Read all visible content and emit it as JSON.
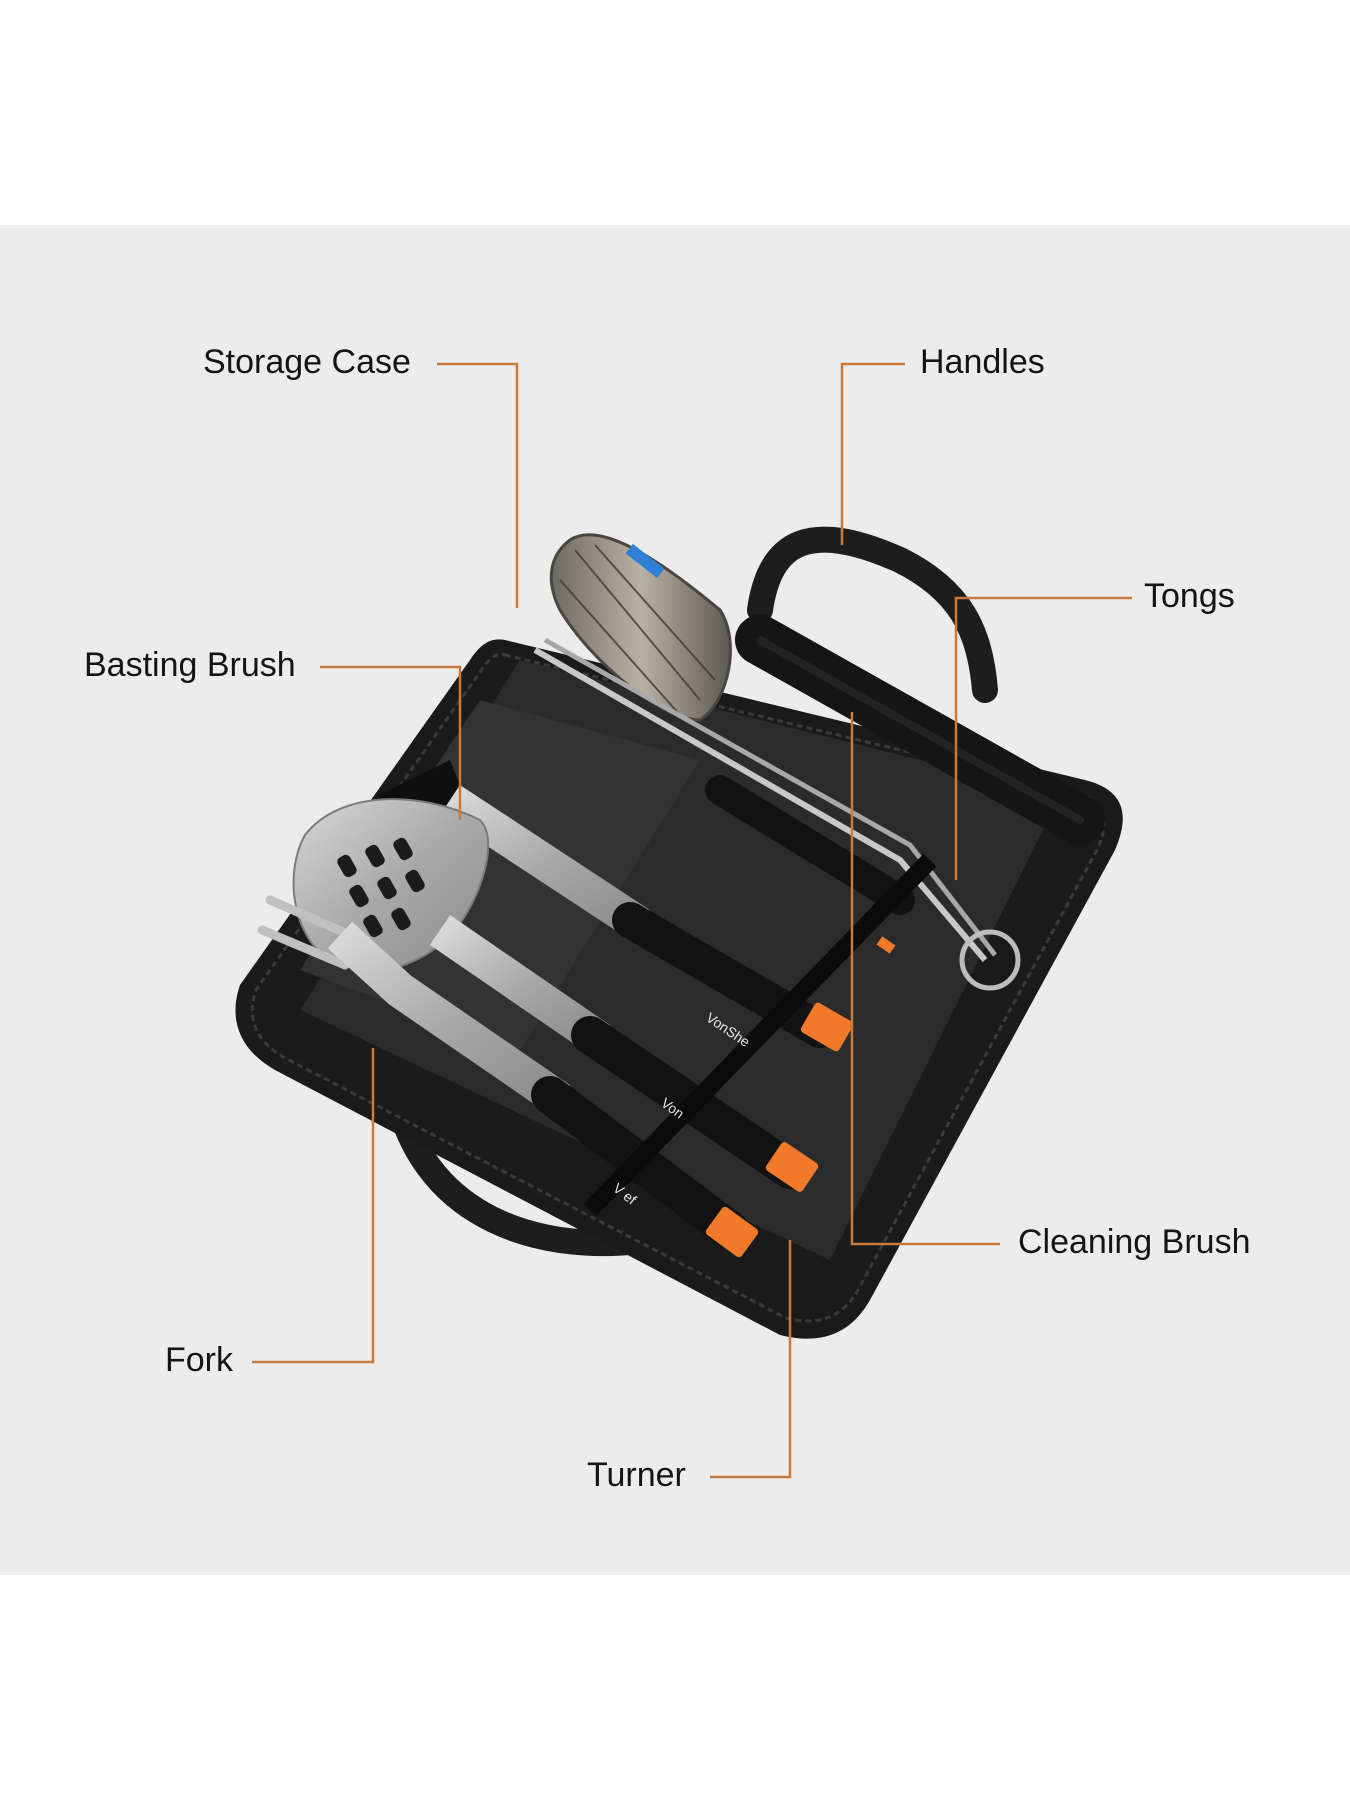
{
  "diagram": {
    "labels": {
      "storage_case": "Storage Case",
      "handles": "Handles",
      "tongs": "Tongs",
      "basting_brush": "Basting Brush",
      "cleaning_brush": "Cleaning Brush",
      "fork": "Fork",
      "turner": "Turner"
    },
    "brand_marks": [
      "VonShe",
      "Von",
      "V    ef"
    ]
  },
  "colors": {
    "background_panel": "#ececec",
    "leader_lines": "#c77a3e",
    "case": "#1b1b1b",
    "accent_orange": "#f07a2a",
    "steel": "#b9b9b9"
  }
}
